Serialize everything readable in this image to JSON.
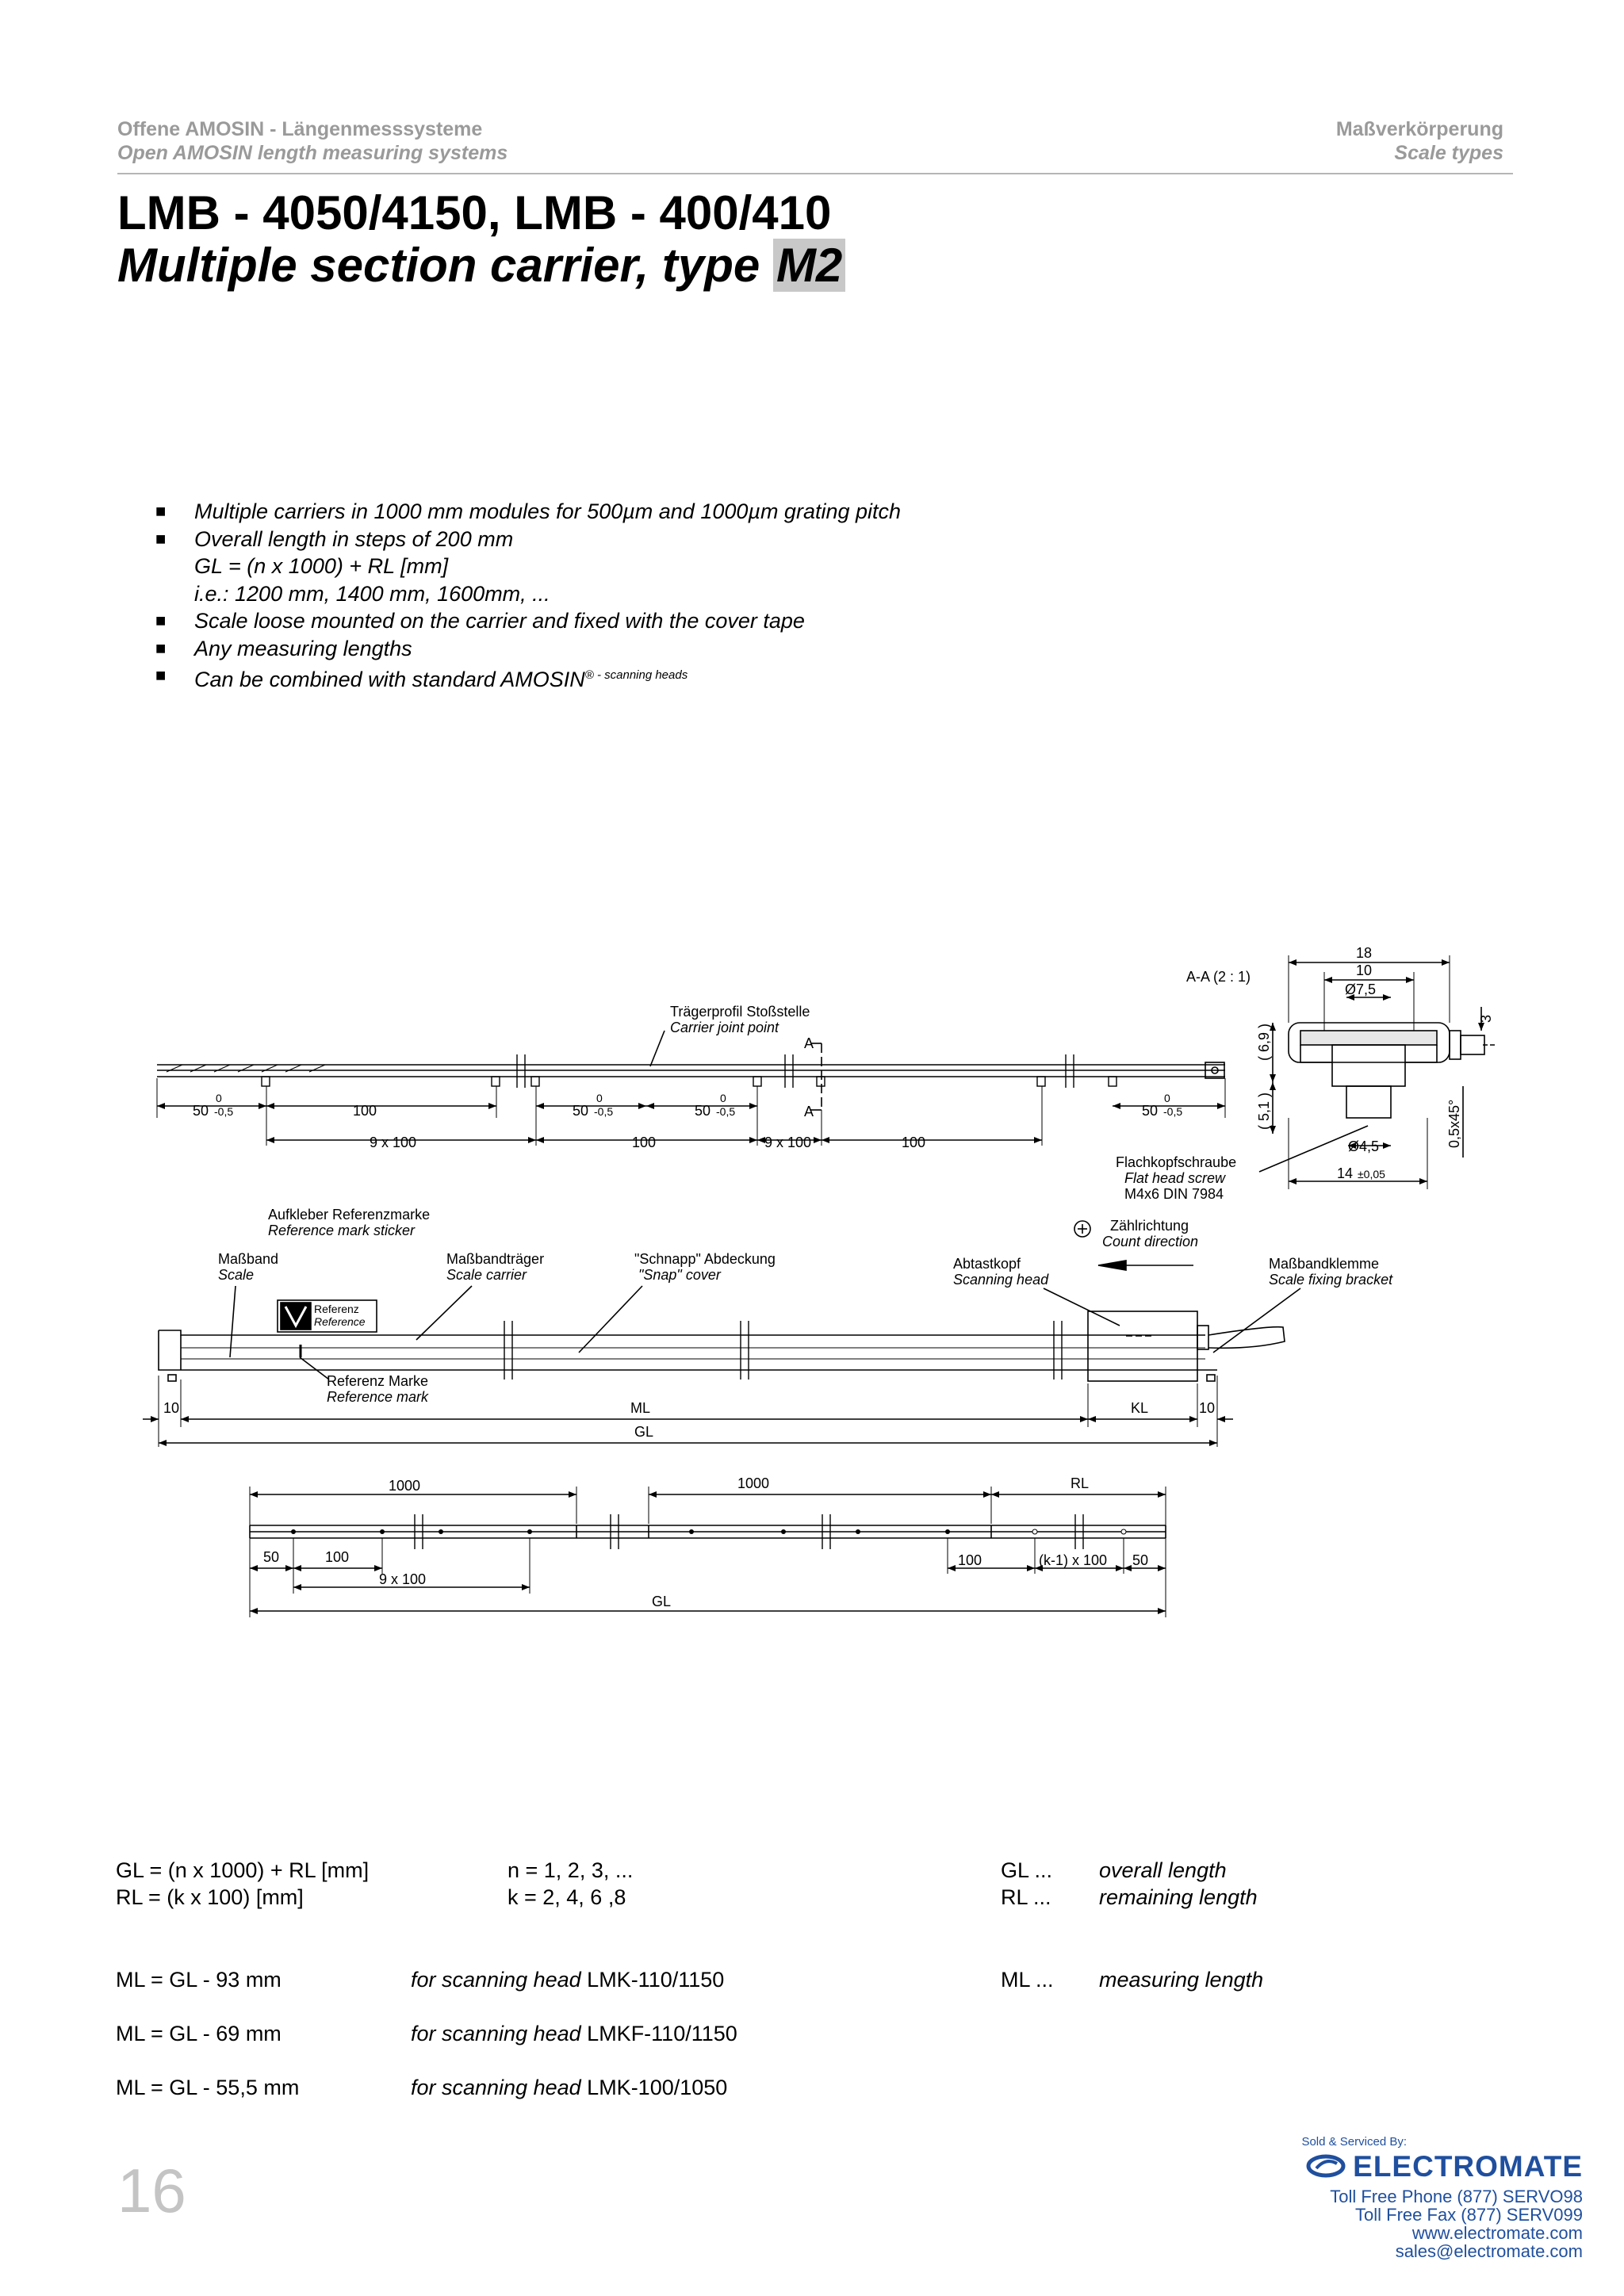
{
  "header": {
    "left_de": "Offene AMOSIN - Längenmesssysteme",
    "left_en": "Open AMOSIN length measuring systems",
    "right_de": "Maßverkörperung",
    "right_en": "Scale types"
  },
  "title": {
    "line1": "LMB - 4050/4150, LMB - 400/410",
    "line2_prefix": "Multiple section carrier, type ",
    "line2_badge": "M2"
  },
  "bullets": [
    "Multiple carriers in 1000 mm modules for 500µm and 1000µm grating pitch",
    "Overall length in steps of 200 mm",
    "GL = (n x 1000) + RL [mm]",
    "i.e.: 1200 mm, 1400 mm, 1600mm, ...",
    "Scale loose mounted on the carrier and fixed with the cover tape",
    "Any measuring lengths",
    "Can be combined with standard AMOSIN",
    "® - scanning heads"
  ],
  "drawing1": {
    "section_label": "A-A  (2 : 1)",
    "carrier_joint_de": "Trägerprofil Stoßstelle",
    "carrier_joint_en": "Carrier joint point",
    "section_mark": "A",
    "tol_zero": "0",
    "dim_50": "50",
    "tol_minus": "-0,5",
    "dim_100": "100",
    "dim_9x100": "9 x 100",
    "sec_18": "18",
    "sec_10": "10",
    "sec_d75": "Ø7,5",
    "sec_3": "3",
    "sec_69": "( 6,9 )",
    "sec_51": "( 5,1 )",
    "sec_chamfer": "0,5x45°",
    "sec_d45": "Ø4,5",
    "sec_14": "14",
    "sec_14_tol": "±0,05",
    "screw_de": "Flachkopfschraube",
    "screw_en": "Flat head screw",
    "screw_spec": "M4x6 DIN 7984"
  },
  "drawing2": {
    "sticker_de": "Aufkleber Referenzmarke",
    "sticker_en": "Reference mark sticker",
    "scale_de": "Maßband",
    "scale_en": "Scale",
    "carrier_de": "Maßbandträger",
    "carrier_en": "Scale carrier",
    "cover_de": "\"Schnapp\" Abdeckung",
    "cover_en": "\"Snap\" cover",
    "count_de": "Zählrichtung",
    "count_en": "Count direction",
    "head_de": "Abtastkopf",
    "head_en": "Scanning head",
    "bracket_de": "Maßbandklemme",
    "bracket_en": "Scale fixing bracket",
    "ref_de": "Referenz",
    "ref_en": "Reference",
    "refmark_de": "Referenz Marke",
    "refmark_en": "Reference mark",
    "dim_10": "10",
    "dim_ml": "ML",
    "dim_kl": "KL",
    "dim_gl": "GL",
    "plus_symbol": "+"
  },
  "drawing3": {
    "dim_1000": "1000",
    "dim_rl": "RL",
    "dim_50": "50",
    "dim_100": "100",
    "dim_9x100": "9 x 100",
    "dim_k1": "(k-1) x 100",
    "dim_gl": "GL"
  },
  "formulas": {
    "gl": "GL = (n x 1000) + RL [mm]",
    "rl": "RL = (k x 100) [mm]",
    "n": "n = 1, 2, 3, ...",
    "k": "k = 2, 4, 6 ,8",
    "gl_key": "GL  ...",
    "gl_desc": "overall length",
    "rl_key": "RL  ...",
    "rl_desc": "remaining length",
    "ml_key": "ML  ...",
    "ml_desc": "measuring length",
    "for_text": "for scanning head",
    "ml_rows": [
      {
        "formula": "ML = GL - 93 mm",
        "head": "LMK-110/1150"
      },
      {
        "formula": "ML = GL - 69 mm",
        "head": "LMKF-110/1150"
      },
      {
        "formula": "ML = GL - 55,5 mm",
        "head": "LMK-100/1050"
      }
    ]
  },
  "footer": {
    "page_number": "16",
    "sold": "Sold & Serviced By:",
    "brand": "ELECTROMATE",
    "phone": "Toll Free Phone  (877) SERVO98",
    "fax": "Toll Free Fax  (877) SERV099",
    "web": "www.electromate.com",
    "email": "sales@electromate.com"
  },
  "colors": {
    "header_gray": "#9a9a9a",
    "badge_gray": "#c8c8c8",
    "brand_blue": "#1f4f9e",
    "page_number_gray": "#c4c4c4"
  }
}
